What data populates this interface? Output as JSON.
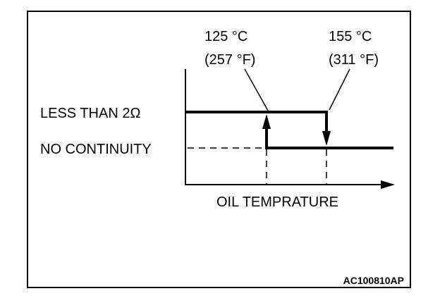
{
  "temps": {
    "on_c": "125 °C",
    "on_f": "(257 °F)",
    "off_c": "155 °C",
    "off_f": "(311 °F)"
  },
  "states": {
    "high": "LESS THAN 2Ω",
    "low": "NO CONTINUITY"
  },
  "x_axis_label": "OIL TEMPRATURE",
  "figure_code": "AC100810AP"
}
